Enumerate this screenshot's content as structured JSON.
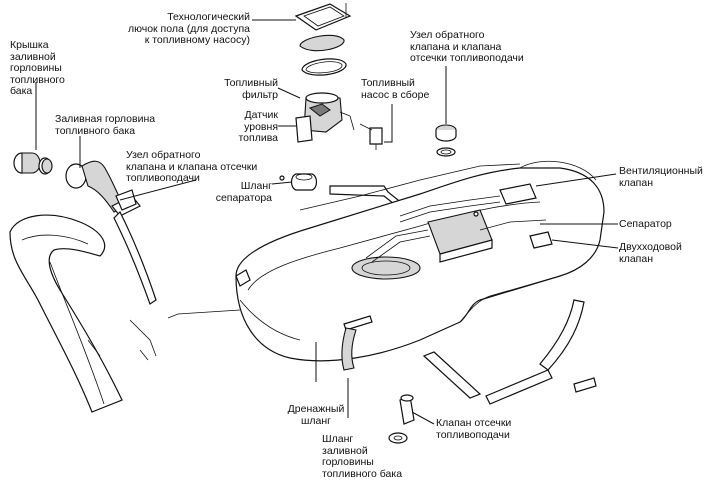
{
  "labels": {
    "filler_cap": "Крышка\nзаливной\nгорловины\nтопливного\nбака",
    "filler_neck": "Заливная горловина\nтопливного бака",
    "floor_hatch": "Технологический\nлючок пола (для доступа\nк топливному насосу)",
    "check_valve_top": "Узел обратного\nклапана и клапана\nотсечки топливоподачи",
    "fuel_filter": "Топливный\nфильтр",
    "fuel_pump": "Топливный\nнасос в сборе",
    "level_sensor": "Датчик\nуровня\nтоплива",
    "check_valve_left": "Узел обратного\nклапана и клапана отсечки\nтопливоподачи",
    "separator_hose": "Шланг\nсепаратора",
    "vent_valve": "Вентиляционный\nклапан",
    "separator": "Сепаратор",
    "two_way_valve": "Двухходовой\nклапан",
    "drain_hose": "Дренажный\nшланг",
    "filler_hose": "Шланг\nзаливной\nгорловины\nтопливного бака",
    "cutoff_valve": "Клапан отсечки\nтопливоподачи"
  }
}
